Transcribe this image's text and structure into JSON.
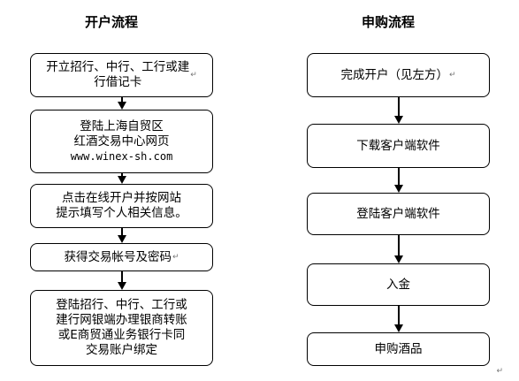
{
  "left": {
    "title": "开户流程",
    "steps": [
      {
        "lines": "开立招行、中行、工行或建\n行借记卡"
      },
      {
        "line1": "登陆上海自贸区",
        "line2": "红酒交易中心网页",
        "line3": "www.winex-sh.com"
      },
      {
        "lines": "点击在线开户并按网站\n提示填写个人相关信息。"
      },
      {
        "lines": "获得交易帐号及密码"
      },
      {
        "lines": "登陆招行、中行、工行或\n建行网银端办理银商转账\n或E商贸通业务银行卡同\n交易账户绑定"
      }
    ]
  },
  "right": {
    "title": "申购流程",
    "steps": [
      {
        "lines": "完成开户（见左方）"
      },
      {
        "lines": "下载客户端软件"
      },
      {
        "lines": "登陆客户端软件"
      },
      {
        "lines": "入金"
      },
      {
        "lines": "申购酒品"
      }
    ]
  },
  "return_mark": "↵"
}
